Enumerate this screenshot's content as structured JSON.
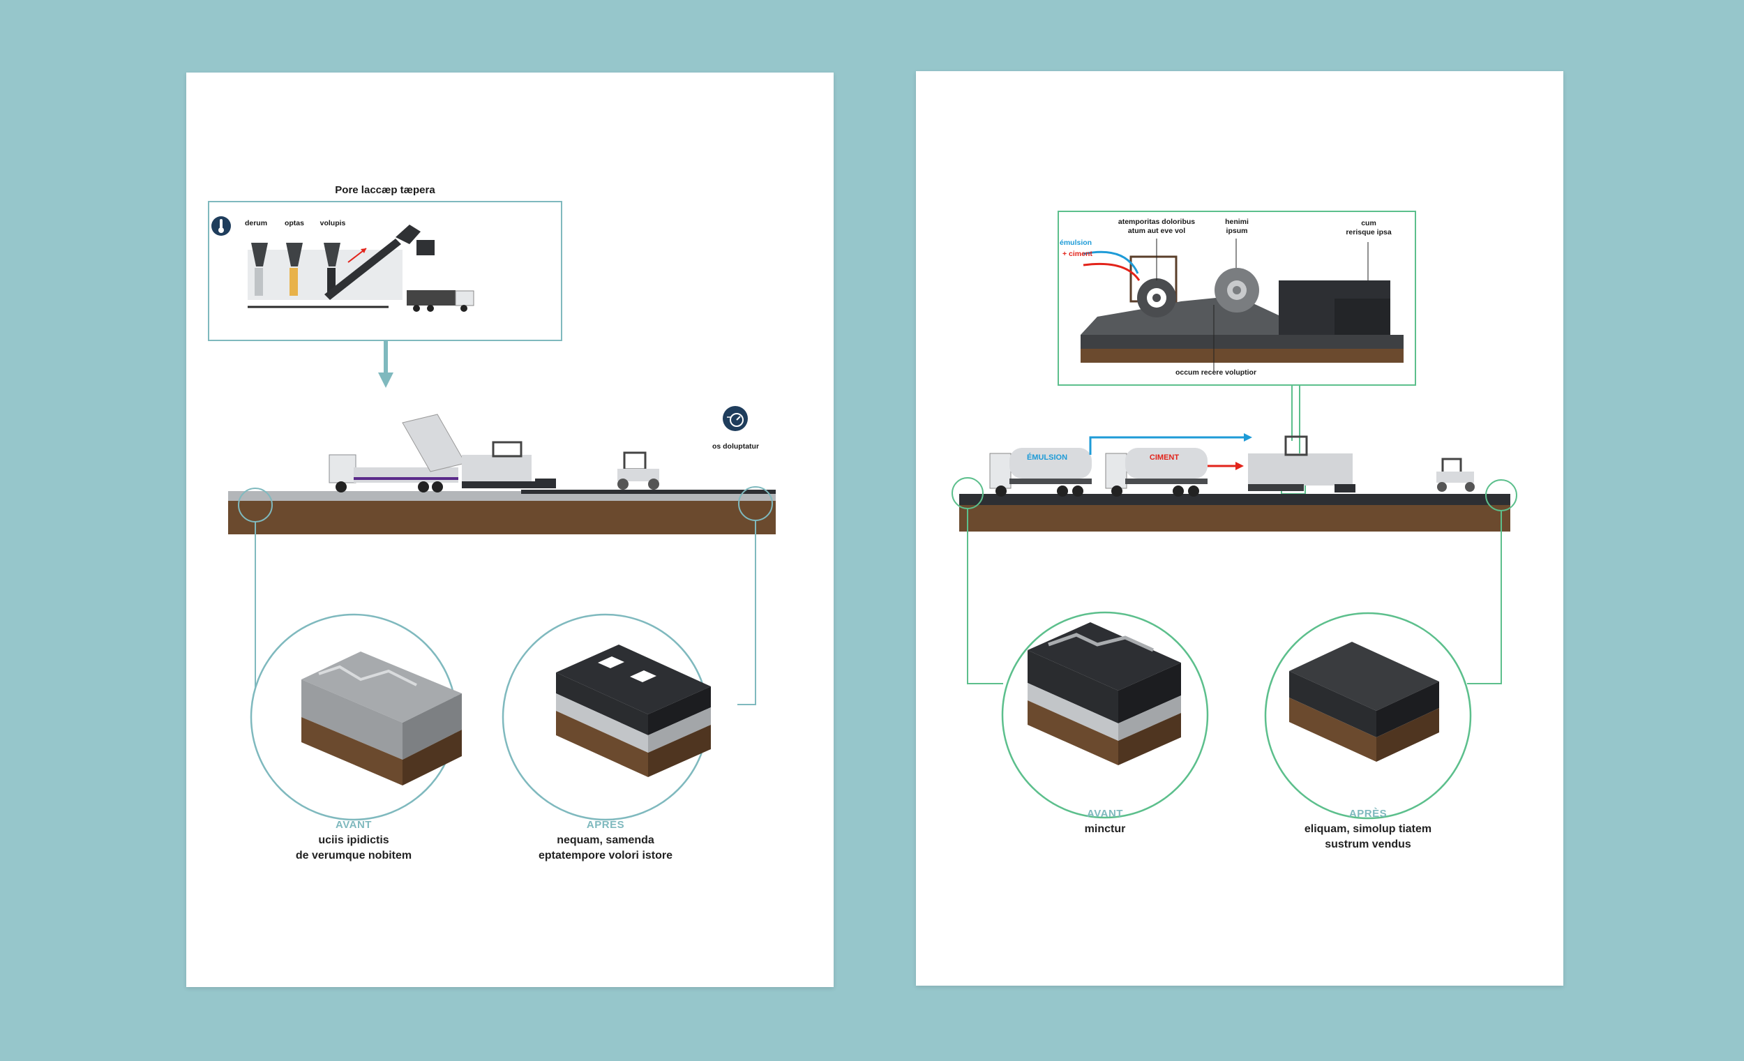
{
  "left_page": {
    "process_title": "Pore laccæp tæpera",
    "hoppers": [
      "derum",
      "optas",
      "volupis"
    ],
    "speed_label": "os doluptatur",
    "before": {
      "heading": "AVANT",
      "lines": [
        "uciis ipidictis",
        "de verumque nobitem"
      ]
    },
    "after": {
      "heading": "APRÈS",
      "lines": [
        "nequam, samenda",
        "eptatempore volori istore"
      ]
    }
  },
  "right_page": {
    "detail_labels": {
      "emulsion": "émulsion",
      "ciment": "+ ciment",
      "rotor_line1": "atemporitas doloribus",
      "rotor_line2": "atum aut eve vol",
      "drum_line1": "henimi",
      "drum_line2": "ipsum",
      "layer_line1": "cum",
      "layer_line2": "rerisque ipsa",
      "bottom": "occum recere voluptior"
    },
    "tanker_labels": [
      "ÉMULSION",
      "CIMENT"
    ],
    "before": {
      "heading": "AVANT",
      "lines": [
        "minctur"
      ]
    },
    "after": {
      "heading": "APRÈS",
      "lines": [
        "eliquam, simolup tiatem",
        "sustrum vendus"
      ]
    }
  },
  "colors": {
    "background": "#96c6cb",
    "left_accent": "#7fb9be",
    "right_accent": "#5cbf8c",
    "soil": "#6b4a2e",
    "asphalt": "#2d2f33",
    "emulsion_blue": "#1e9bd7",
    "ciment_red": "#e2231a"
  }
}
